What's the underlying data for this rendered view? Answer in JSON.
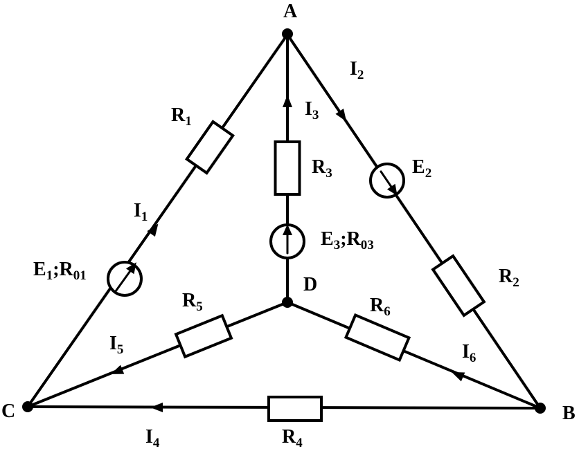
{
  "nodes": {
    "a": {
      "main": "A"
    },
    "b": {
      "main": "B"
    },
    "c": {
      "main": "C"
    },
    "d": {
      "main": "D"
    }
  },
  "resistors": {
    "r1": {
      "main": "R",
      "sub": "1"
    },
    "r2": {
      "main": "R",
      "sub": "2"
    },
    "r3": {
      "main": "R",
      "sub": "3"
    },
    "r4": {
      "main": "R",
      "sub": "4"
    },
    "r5": {
      "main": "R",
      "sub": "5"
    },
    "r6": {
      "main": "R",
      "sub": "6"
    }
  },
  "currents": {
    "i1": {
      "main": "I",
      "sub": "1"
    },
    "i2": {
      "main": "I",
      "sub": "2"
    },
    "i3": {
      "main": "I",
      "sub": "3"
    },
    "i4": {
      "main": "I",
      "sub": "4"
    },
    "i5": {
      "main": "I",
      "sub": "5"
    },
    "i6": {
      "main": "I",
      "sub": "6"
    }
  },
  "sources": {
    "e1": {
      "e": "E",
      "e_sub": "1",
      "sep": ";",
      "r": "R",
      "r_sub": "01"
    },
    "e2": {
      "e": "E",
      "e_sub": "2"
    },
    "e3": {
      "e": "E",
      "e_sub": "3",
      "sep": ";",
      "r": "R",
      "r_sub": "03"
    }
  }
}
